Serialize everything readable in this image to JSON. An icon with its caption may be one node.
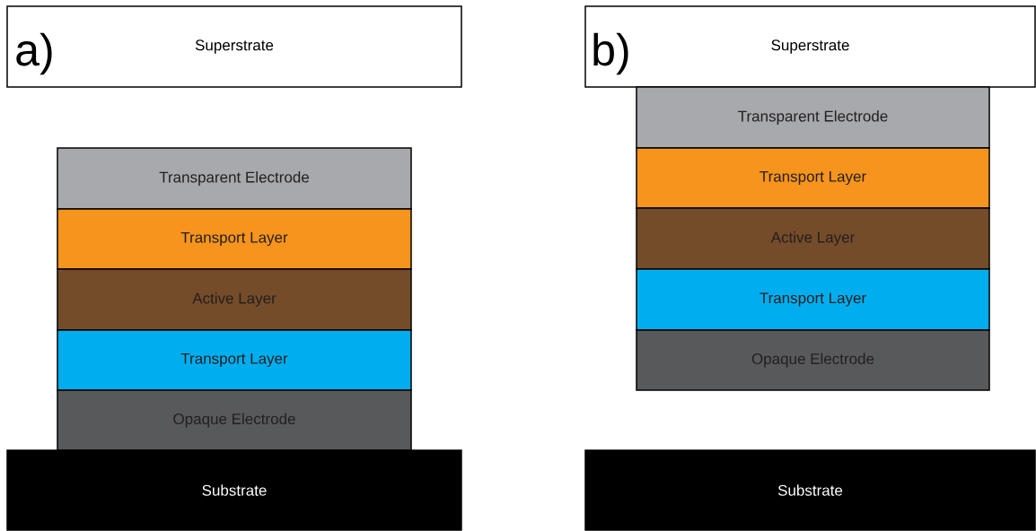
{
  "diagram": {
    "nodes": [
      {
        "text": [
          "Superstrate"
        ]
      },
      {
        "text": [
          "Transparent Electrode"
        ]
      },
      {
        "text": [
          "Transport Layer"
        ]
      },
      {
        "text": [
          "Active Layer"
        ]
      },
      {
        "text": [
          "Transport Layer"
        ]
      },
      {
        "text": [
          "Opaque Electrode"
        ]
      },
      {
        "text": [
          "Substrate"
        ]
      },
      {
        "text": [
          "Superstrate"
        ]
      },
      {
        "text": [
          "Transparent Electrode"
        ]
      },
      {
        "text": [
          "Transport Layer"
        ]
      },
      {
        "text": [
          "Active Layer"
        ]
      },
      {
        "text": [
          "Transport Layer"
        ]
      },
      {
        "text": [
          "Opaque Electrode"
        ]
      },
      {
        "text": [
          "Substrate"
        ]
      }
    ],
    "labels": [
      "a)",
      "b)"
    ]
  }
}
